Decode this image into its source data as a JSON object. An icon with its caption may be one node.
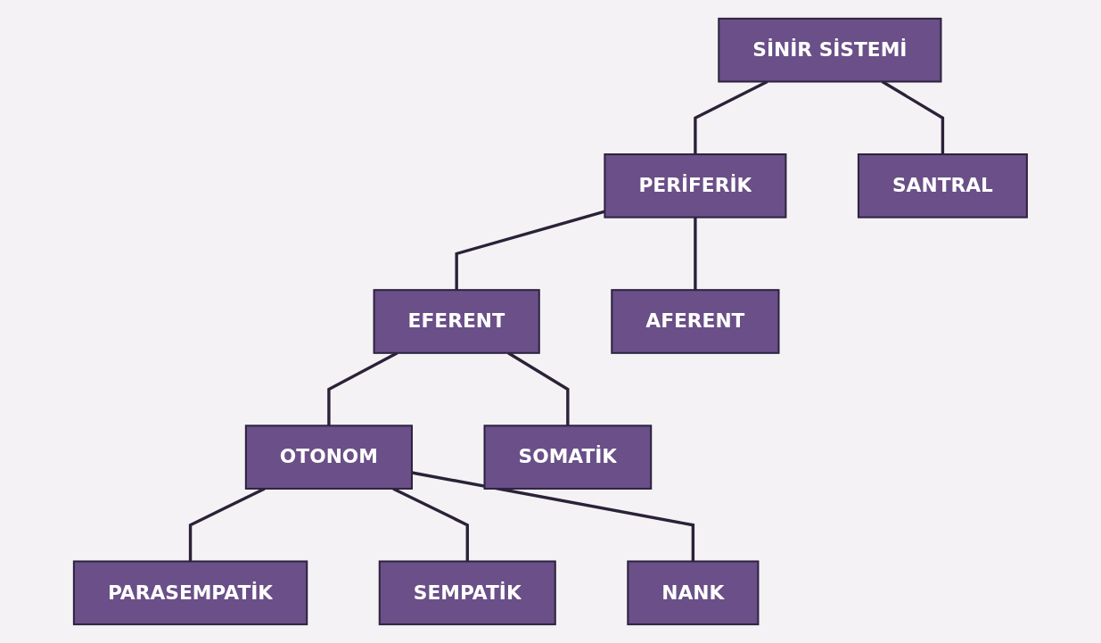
{
  "diagram": {
    "nodes": [
      {
        "text": [
          "SİNİR SİSTEMİ"
        ]
      },
      {
        "text": [
          "PERİFERİK"
        ]
      },
      {
        "text": [
          "SANTRAL"
        ]
      },
      {
        "text": [
          "EFERENT"
        ]
      },
      {
        "text": [
          "AFERENT"
        ]
      },
      {
        "text": [
          "OTONOM"
        ]
      },
      {
        "text": [
          "SOMATİK"
        ]
      },
      {
        "text": [
          "PARASEMPATİK"
        ]
      },
      {
        "text": [
          "SEMPATİK"
        ]
      },
      {
        "text": [
          "NANK"
        ]
      }
    ],
    "edges": [
      {
        "from": 0,
        "to": 1,
        "arrow": "none"
      },
      {
        "from": 0,
        "to": 2,
        "arrow": "none"
      },
      {
        "from": 1,
        "to": 3,
        "arrow": "none"
      },
      {
        "from": 1,
        "to": 4,
        "arrow": "none"
      },
      {
        "from": 3,
        "to": 5,
        "arrow": "none"
      },
      {
        "from": 3,
        "to": 6,
        "arrow": "none"
      },
      {
        "from": 5,
        "to": 7,
        "arrow": "none"
      },
      {
        "from": 5,
        "to": 8,
        "arrow": "none"
      },
      {
        "from": 5,
        "to": 9,
        "arrow": "none"
      }
    ]
  }
}
